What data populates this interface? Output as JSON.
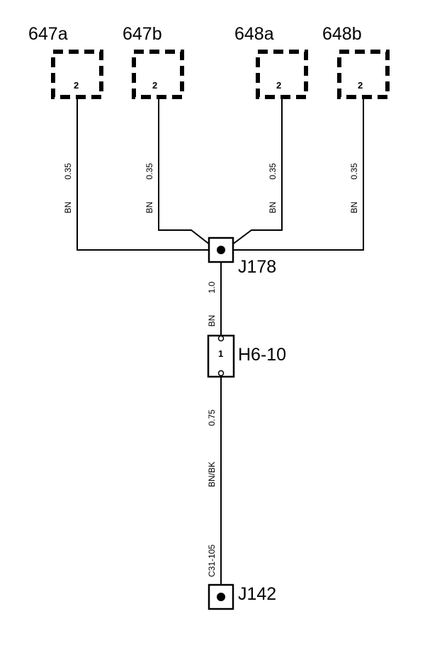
{
  "connectors": [
    {
      "id": "647a",
      "pin": "2"
    },
    {
      "id": "647b",
      "pin": "2"
    },
    {
      "id": "648a",
      "pin": "2"
    },
    {
      "id": "648b",
      "pin": "2"
    }
  ],
  "wires": [
    {
      "size": "0.35",
      "color": "BN"
    },
    {
      "size": "0.35",
      "color": "BN"
    },
    {
      "size": "0.35",
      "color": "BN"
    },
    {
      "size": "0.35",
      "color": "BN"
    }
  ],
  "splice_top": {
    "label": "J178"
  },
  "trunk_upper": {
    "size": "1.0",
    "color": "BN"
  },
  "inline_connector": {
    "label": "H6-10",
    "pin": "1"
  },
  "trunk_lower": {
    "size": "0.75",
    "color": "BN/BK",
    "ref": "C31-105"
  },
  "splice_bottom": {
    "label": "J142"
  }
}
